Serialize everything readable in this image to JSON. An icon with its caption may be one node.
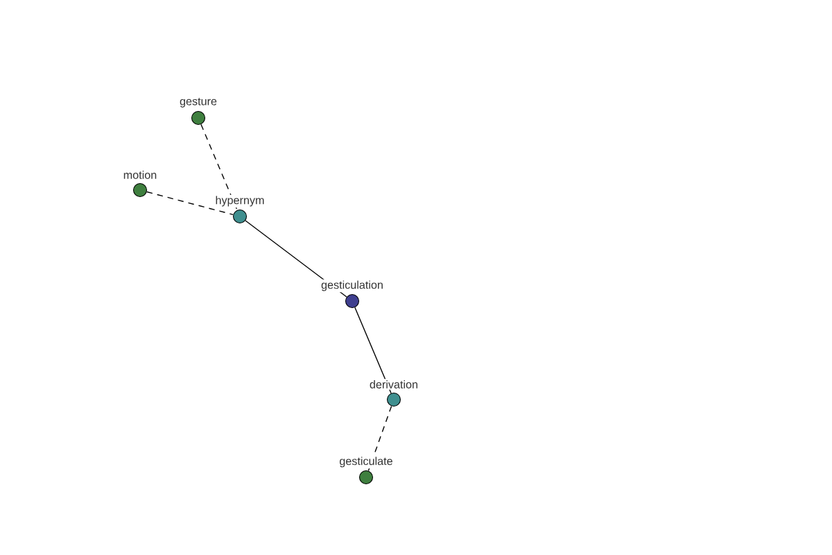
{
  "diagram": {
    "nodes": [
      {
        "text": [
          "gesture"
        ]
      },
      {
        "text": [
          "motion"
        ]
      },
      {
        "text": [
          "hypernym"
        ]
      },
      {
        "text": [
          "gesticulation"
        ]
      },
      {
        "text": [
          "derivation"
        ]
      },
      {
        "text": [
          "gesticulate"
        ]
      }
    ],
    "edges": [
      {
        "from": 0,
        "to": 2,
        "arrow": "none",
        "style": "dashed"
      },
      {
        "from": 1,
        "to": 2,
        "arrow": "none",
        "style": "dashed"
      },
      {
        "from": 2,
        "to": 3,
        "arrow": "none"
      },
      {
        "from": 3,
        "to": 4,
        "arrow": "none"
      },
      {
        "from": 4,
        "to": 5,
        "arrow": "none",
        "style": "dashed"
      }
    ]
  }
}
